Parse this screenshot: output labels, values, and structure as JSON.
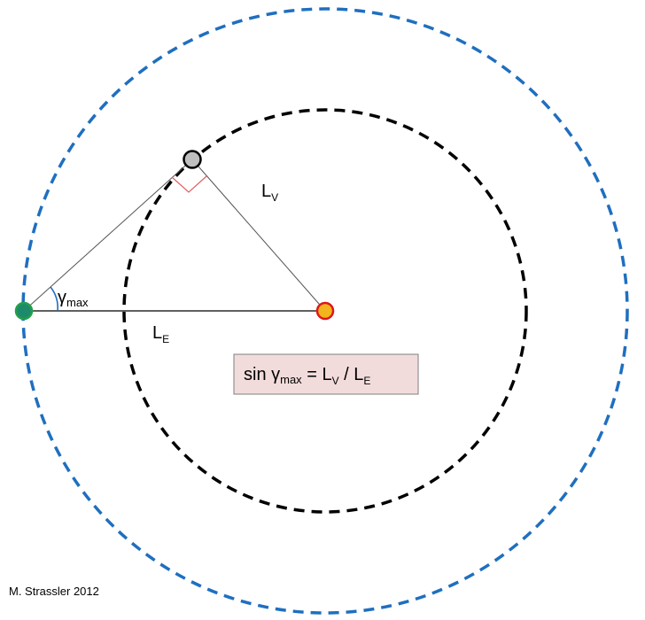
{
  "labels": {
    "gamma": "γ",
    "gamma_sub": "max",
    "LV": "L",
    "LV_sub": "V",
    "LE": "L",
    "LE_sub": "E"
  },
  "formula": {
    "sin": "sin ",
    "gamma": "γ",
    "gamma_sub": "max",
    "eq": " = L",
    "sub_v": "V",
    "slash": " / L",
    "sub_e": "E"
  },
  "credit": "M. Strassler 2012",
  "colors": {
    "outer_orbit": "#1f6fbf",
    "inner_orbit": "#000000",
    "earth_fill": "#1e8a6c",
    "earth_stroke": "#22a04a",
    "sun_fill": "#f2b51d",
    "sun_stroke": "#e0161a",
    "venus_fill": "#bfbfbf",
    "venus_stroke": "#000000",
    "right_angle": "#e06060",
    "angle_arc": "#1f6fbf",
    "formula_bg": "#f2dcdb"
  }
}
